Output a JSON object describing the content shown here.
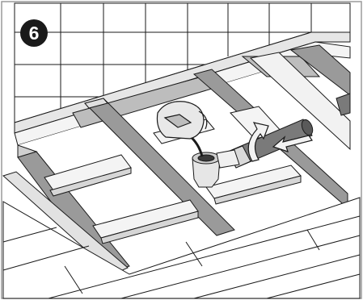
{
  "step": {
    "number": "6"
  },
  "illustration": {
    "elements": [
      "wall-tiles",
      "wooden-joist-frame",
      "drain-trap",
      "water-jug",
      "rotation-arrow-icon",
      "insert-arrow-icon",
      "drain-pipe",
      "floor-boards"
    ]
  },
  "colors": {
    "line": "#1a1a1a",
    "wood_light": "#f2f2f2",
    "wood_dark": "#9a9a9a",
    "pipe": "#7a7a7a",
    "background": "#ffffff"
  }
}
